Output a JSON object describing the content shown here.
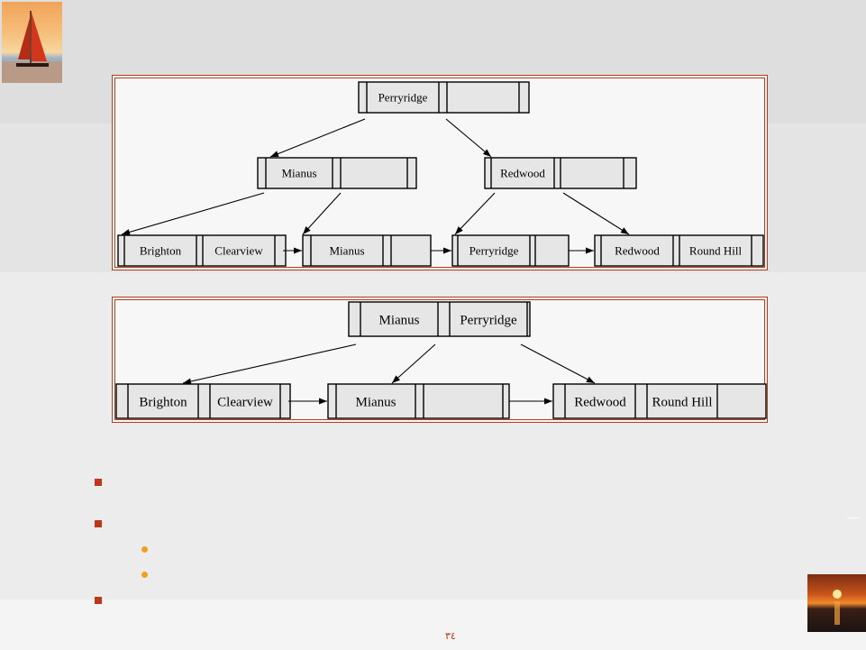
{
  "diagram_top": {
    "root": {
      "keys": [
        "Perryridge",
        ""
      ]
    },
    "internal": [
      {
        "keys": [
          "Mianus",
          ""
        ]
      },
      {
        "keys": [
          "Redwood",
          ""
        ]
      }
    ],
    "leaves": [
      {
        "keys": [
          "Brighton",
          "Clearview"
        ]
      },
      {
        "keys": [
          "Mianus",
          ""
        ]
      },
      {
        "keys": [
          "Perryridge",
          ""
        ]
      },
      {
        "keys": [
          "Redwood",
          "Round Hill"
        ]
      }
    ]
  },
  "diagram_bottom": {
    "root": {
      "keys": [
        "Mianus",
        "Perryridge"
      ]
    },
    "leaves": [
      {
        "keys": [
          "Brighton",
          "Clearview"
        ]
      },
      {
        "keys": [
          "Mianus",
          ""
        ]
      },
      {
        "keys": [
          "Redwood",
          "Round Hill"
        ]
      }
    ]
  },
  "footer": {
    "page_number": "٣٤"
  },
  "colors": {
    "accent": "#c0361a",
    "sub_bullet": "#f0a020",
    "panel_border": "#b23c1c"
  }
}
